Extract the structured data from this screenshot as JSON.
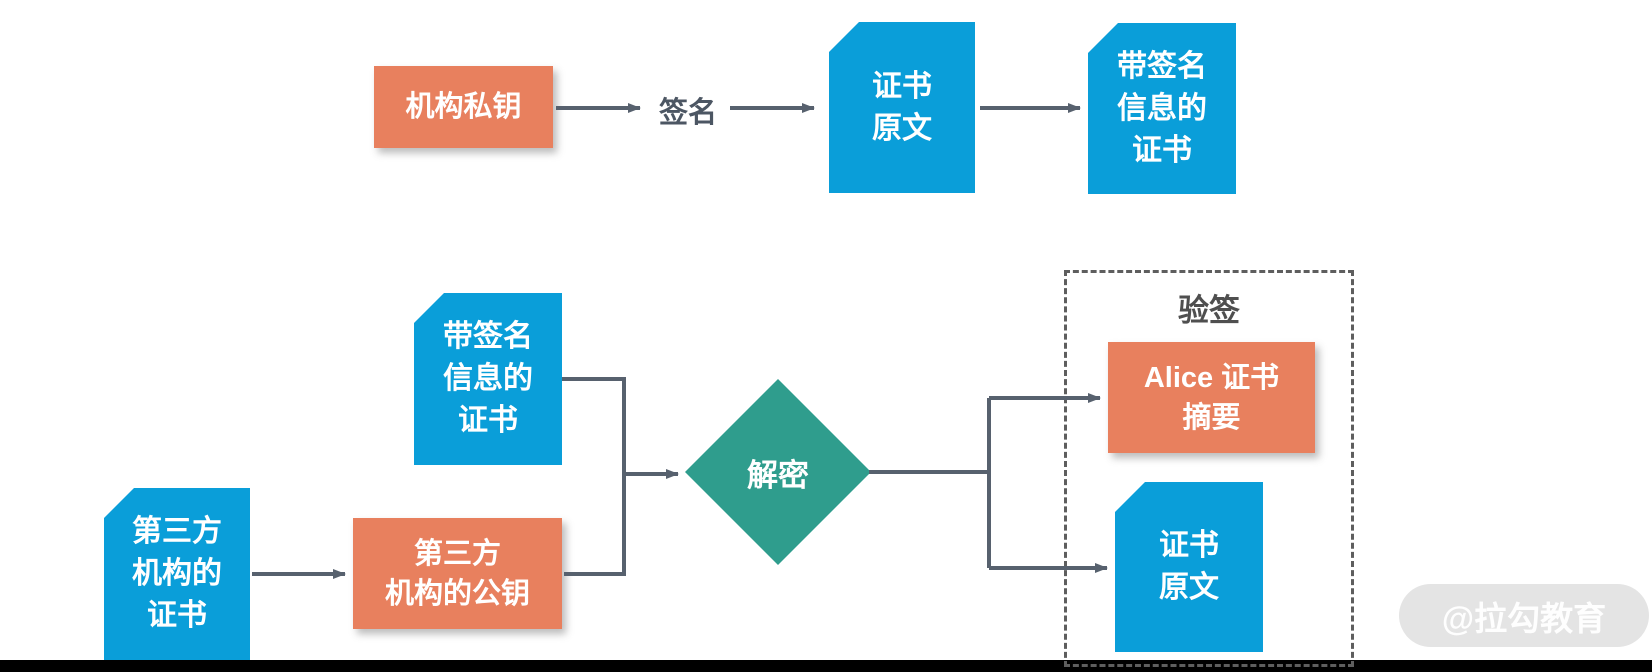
{
  "colors": {
    "doc_blue": "#0A9ED9",
    "box_orange": "#E8805E",
    "diamond_teal": "#2F9D8D",
    "wire_gray": "#57616E",
    "dashed_border_gray": "#5E5E5E",
    "label_gray": "#4C5663",
    "bottom_bar_black": "#000000",
    "watermark_pill_gray": "#E4E4E4"
  },
  "top_flow": {
    "private_key_label": "机构私钥",
    "sign_label": "签名",
    "cert_original": {
      "lines": [
        "证书",
        "原文"
      ]
    },
    "signed_cert": {
      "lines": [
        "带签名",
        "信息的",
        "证书"
      ]
    }
  },
  "bottom_flow": {
    "signed_cert": {
      "lines": [
        "带签名",
        "信息的",
        "证书"
      ]
    },
    "third_party_cert": {
      "lines": [
        "第三方",
        "机构的",
        "证书"
      ]
    },
    "third_party_pubkey": {
      "lines": [
        "第三方",
        "机构的公钥"
      ]
    },
    "decrypt_label": "解密",
    "verify_group_title": "验签",
    "alice_digest": {
      "lines": [
        "Alice 证书",
        "摘要"
      ]
    },
    "cert_original": {
      "lines": [
        "证书",
        "原文"
      ]
    }
  },
  "watermark_text": "@拉勾教育"
}
